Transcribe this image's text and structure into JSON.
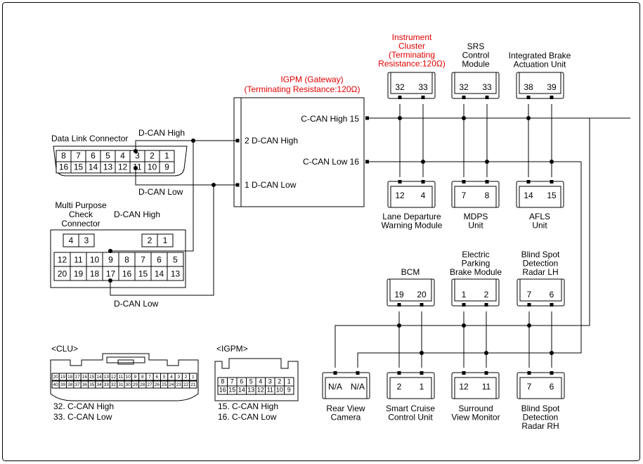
{
  "igpm": {
    "title_1": "IGPM (Gateway)",
    "title_2": "(Terminating Resistance:120Ω)",
    "pin_ccan_high": "C-CAN High 15",
    "pin_ccan_low": "C-CAN Low 16",
    "pin_dcan_high": "2 D-CAN High",
    "pin_dcan_low": "1 D-CAN Low"
  },
  "dlc": {
    "title": "Data Link Connector",
    "row_top": [
      "8",
      "7",
      "6",
      "5",
      "4",
      "3",
      "2",
      "1"
    ],
    "row_bottom": [
      "16",
      "15",
      "14",
      "13",
      "12",
      "11",
      "10",
      "9"
    ]
  },
  "mpcc": {
    "title_1": "Multi Purpose",
    "title_2": "Check",
    "title_3": "Connector",
    "row_a": [
      "4",
      "3",
      "2",
      "1"
    ],
    "row_b": [
      "12",
      "11",
      "10",
      "9",
      "8",
      "7",
      "6",
      "5"
    ],
    "row_c": [
      "20",
      "19",
      "18",
      "17",
      "16",
      "15",
      "14",
      "13"
    ]
  },
  "wires": {
    "dcan_high": "D-CAN High",
    "dcan_low": "D-CAN Low"
  },
  "modules": {
    "instrument_cluster": {
      "title": [
        "Instrument",
        "Cluster",
        "(Terminating",
        "Resistance:120Ω)"
      ],
      "pins": [
        "32",
        "33"
      ]
    },
    "srs": {
      "title": [
        "SRS",
        "Control",
        "Module"
      ],
      "pins": [
        "32",
        "33"
      ]
    },
    "brake_unit": {
      "title": [
        "Integrated Brake",
        "Actuation Unit"
      ],
      "pins": [
        "38",
        "39"
      ]
    },
    "ldwm": {
      "title": [
        "Lane Departure",
        "Warning Module"
      ],
      "pins": [
        "12",
        "4"
      ]
    },
    "mdps": {
      "title": [
        "MDPS",
        "Unit"
      ],
      "pins": [
        "7",
        "8"
      ]
    },
    "afls": {
      "title": [
        "AFLS",
        "Unit"
      ],
      "pins": [
        "14",
        "15"
      ]
    },
    "bcm": {
      "title": [
        "BCM"
      ],
      "pins": [
        "19",
        "20"
      ]
    },
    "epb": {
      "title": [
        "Electric",
        "Parking",
        "Brake Module"
      ],
      "pins": [
        "1",
        "2"
      ]
    },
    "bsd_lh": {
      "title": [
        "Blind Spot",
        "Detection",
        "Radar LH"
      ],
      "pins": [
        "7",
        "6"
      ]
    },
    "rear_camera": {
      "title": [
        "Rear View",
        "Camera"
      ],
      "pins": [
        "N/A",
        "N/A"
      ]
    },
    "scc": {
      "title": [
        "Smart Cruise",
        "Control Unit"
      ],
      "pins": [
        "2",
        "1"
      ]
    },
    "svm": {
      "title": [
        "Surround",
        "View Monitor"
      ],
      "pins": [
        "12",
        "11"
      ]
    },
    "bsd_rh": {
      "title": [
        "Blind Spot",
        "Detection",
        "Radar RH"
      ],
      "pins": [
        "7",
        "6"
      ]
    }
  },
  "clu_connector": {
    "title": "<CLU>",
    "row_top": [
      "20",
      "19",
      "18",
      "17",
      "16",
      "15",
      "14",
      "13",
      "12",
      "11",
      "10",
      "9",
      "8",
      "7",
      "6",
      "5",
      "4",
      "3",
      "2",
      "1"
    ],
    "row_bottom": [
      "40",
      "39",
      "38",
      "37",
      "36",
      "35",
      "34",
      "33",
      "32",
      "31",
      "30",
      "29",
      "28",
      "27",
      "26",
      "25",
      "24",
      "23",
      "22",
      "21"
    ],
    "pins": [
      "32. C-CAN High",
      "33. C-CAN Low"
    ]
  },
  "igpm_connector": {
    "title": "<IGPM>",
    "row_top": [
      "8",
      "7",
      "6",
      "5",
      "4",
      "3",
      "2",
      "1"
    ],
    "row_bottom": [
      "16",
      "15",
      "14",
      "13",
      "12",
      "11",
      "10",
      "9"
    ],
    "pins": [
      "15. C-CAN High",
      "16. C-CAN Low"
    ]
  }
}
